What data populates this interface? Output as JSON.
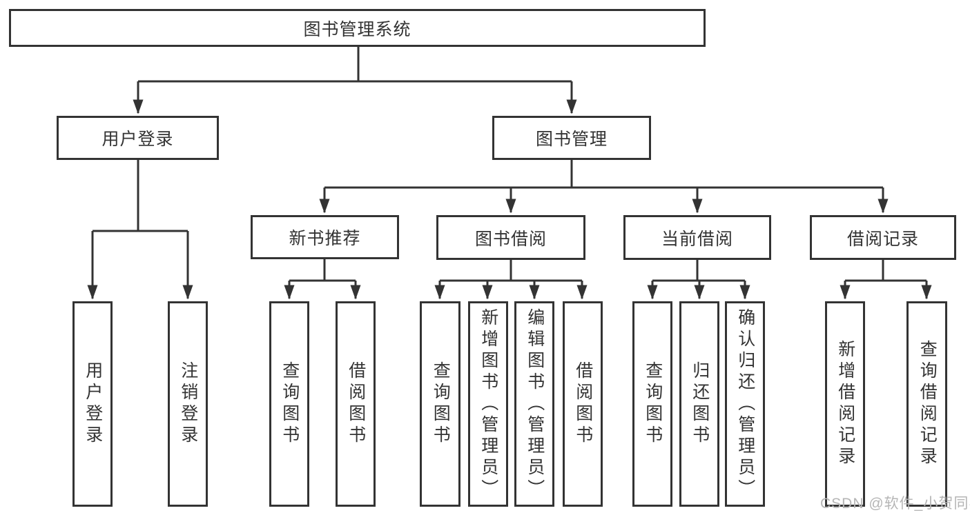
{
  "diagram": {
    "root": "图书管理系统",
    "user_login": {
      "label": "用户登录",
      "children": [
        "用户登录",
        "注销登录"
      ]
    },
    "book_management": {
      "label": "图书管理",
      "sections": [
        {
          "label": "新书推荐",
          "children": [
            "查询图书",
            "借阅图书"
          ]
        },
        {
          "label": "图书借阅",
          "children": [
            "查询图书",
            "新增图书（管理员）",
            "编辑图书（管理员）",
            "借阅图书"
          ]
        },
        {
          "label": "当前借阅",
          "children": [
            "查询图书",
            "归还图书",
            "确认归还（管理员）"
          ]
        },
        {
          "label": "借阅记录",
          "children": [
            "新增借阅记录",
            "查询借阅记录"
          ]
        }
      ]
    }
  },
  "watermark": {
    "text": "CSDN @软件_小贺同学"
  },
  "colors": {
    "line": "#333333",
    "text": "#333333",
    "watermark": "#b5b5b5",
    "background": "#ffffff"
  }
}
